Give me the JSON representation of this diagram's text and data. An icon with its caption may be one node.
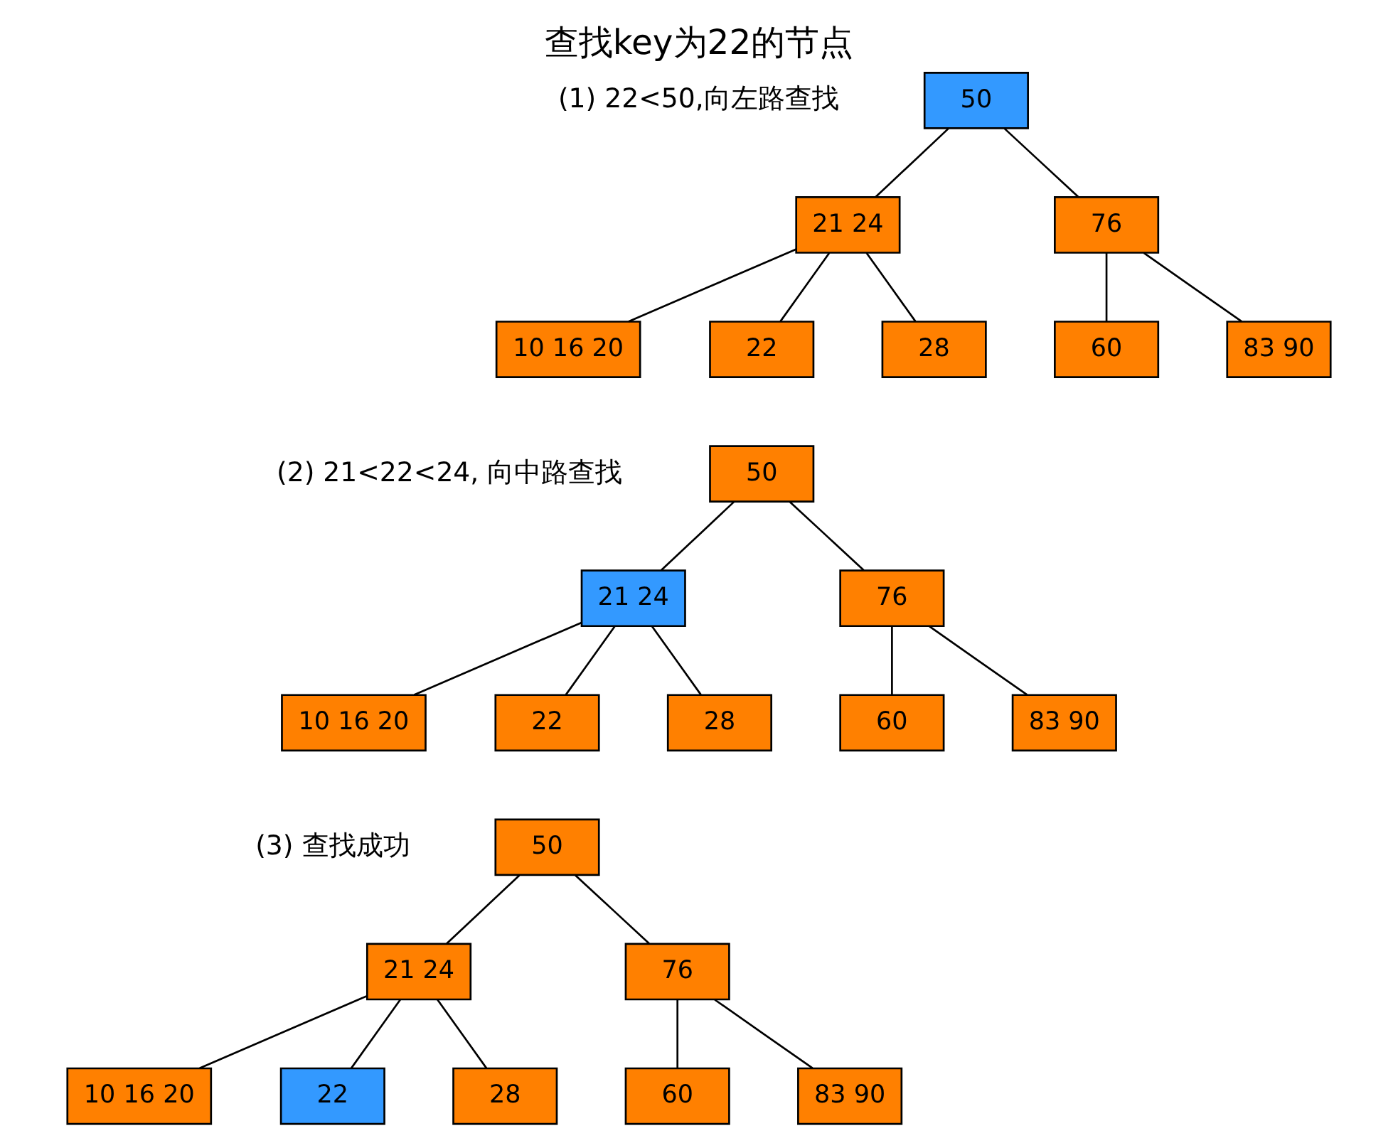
{
  "diagram": {
    "title": "查找key为22的节点",
    "nodes": [
      {
        "text": [
          "50"
        ]
      },
      {
        "text": [
          "21 24"
        ]
      },
      {
        "text": [
          "76"
        ]
      },
      {
        "text": [
          "10 16 20"
        ]
      },
      {
        "text": [
          "22"
        ]
      },
      {
        "text": [
          "28"
        ]
      },
      {
        "text": [
          "60"
        ]
      },
      {
        "text": [
          "83 90"
        ]
      },
      {
        "text": [
          "50"
        ]
      },
      {
        "text": [
          "21 24"
        ]
      },
      {
        "text": [
          "76"
        ]
      },
      {
        "text": [
          "10 16 20"
        ]
      },
      {
        "text": [
          "22"
        ]
      },
      {
        "text": [
          "28"
        ]
      },
      {
        "text": [
          "60"
        ]
      },
      {
        "text": [
          "83 90"
        ]
      },
      {
        "text": [
          "50"
        ]
      },
      {
        "text": [
          "21 24"
        ]
      },
      {
        "text": [
          "76"
        ]
      },
      {
        "text": [
          "10 16 20"
        ]
      },
      {
        "text": [
          "22"
        ]
      },
      {
        "text": [
          "28"
        ]
      },
      {
        "text": [
          "60"
        ]
      },
      {
        "text": [
          "83 90"
        ]
      }
    ],
    "edges": [
      {
        "from": 0,
        "to": 1,
        "arrow": "none"
      },
      {
        "from": 0,
        "to": 2,
        "arrow": "none"
      },
      {
        "from": 1,
        "to": 3,
        "arrow": "none"
      },
      {
        "from": 1,
        "to": 4,
        "arrow": "none"
      },
      {
        "from": 1,
        "to": 5,
        "arrow": "none"
      },
      {
        "from": 2,
        "to": 6,
        "arrow": "none"
      },
      {
        "from": 2,
        "to": 7,
        "arrow": "none"
      },
      {
        "from": 8,
        "to": 9,
        "arrow": "none"
      },
      {
        "from": 8,
        "to": 10,
        "arrow": "none"
      },
      {
        "from": 9,
        "to": 11,
        "arrow": "none"
      },
      {
        "from": 9,
        "to": 12,
        "arrow": "none"
      },
      {
        "from": 9,
        "to": 13,
        "arrow": "none"
      },
      {
        "from": 10,
        "to": 14,
        "arrow": "none"
      },
      {
        "from": 10,
        "to": 15,
        "arrow": "none"
      },
      {
        "from": 16,
        "to": 17,
        "arrow": "none"
      },
      {
        "from": 16,
        "to": 18,
        "arrow": "none"
      },
      {
        "from": 17,
        "to": 19,
        "arrow": "none"
      },
      {
        "from": 17,
        "to": 20,
        "arrow": "none"
      },
      {
        "from": 17,
        "to": 21,
        "arrow": "none"
      },
      {
        "from": 18,
        "to": 22,
        "arrow": "none"
      },
      {
        "from": 18,
        "to": 23,
        "arrow": "none"
      }
    ],
    "labels": [
      "(1) 22<50,向左路查找",
      "(2) 21<22<24, 向中路查找",
      "(3) 查找成功"
    ]
  }
}
